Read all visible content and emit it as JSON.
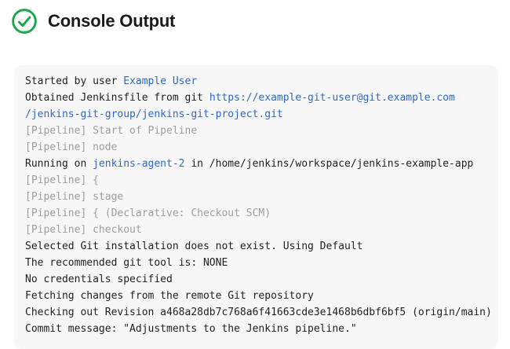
{
  "header": {
    "title": "Console Output",
    "status_icon": "success-check-circle",
    "status_color": "#1ea64d"
  },
  "console": {
    "background": "#f7f7f7",
    "colors": {
      "text": "#1f1f1f",
      "muted": "#9d9d9d",
      "link": "#2d69c8"
    },
    "lines": [
      {
        "segments": [
          {
            "type": "text",
            "text": "Started by user "
          },
          {
            "type": "link",
            "text": "Example User"
          }
        ]
      },
      {
        "segments": [
          {
            "type": "text",
            "text": "Obtained Jenkinsfile from git "
          },
          {
            "type": "link",
            "text": "https://example-git-user@git.example.com"
          }
        ]
      },
      {
        "segments": [
          {
            "type": "link",
            "text": "/jenkins-git-group/jenkins-git-project.git"
          }
        ]
      },
      {
        "segments": [
          {
            "type": "muted",
            "text": "[Pipeline] Start of Pipeline"
          }
        ]
      },
      {
        "segments": [
          {
            "type": "muted",
            "text": "[Pipeline] node"
          }
        ]
      },
      {
        "segments": [
          {
            "type": "text",
            "text": "Running on "
          },
          {
            "type": "link",
            "text": "jenkins-agent-2"
          },
          {
            "type": "text",
            "text": " in /home/jenkins/workspace/jenkins-example-app"
          }
        ]
      },
      {
        "segments": [
          {
            "type": "muted",
            "text": "[Pipeline] {"
          }
        ]
      },
      {
        "segments": [
          {
            "type": "muted",
            "text": "[Pipeline] stage"
          }
        ]
      },
      {
        "segments": [
          {
            "type": "muted",
            "text": "[Pipeline] { (Declarative: Checkout SCM)"
          }
        ]
      },
      {
        "segments": [
          {
            "type": "muted",
            "text": "[Pipeline] checkout"
          }
        ]
      },
      {
        "segments": [
          {
            "type": "text",
            "text": "Selected Git installation does not exist. Using Default"
          }
        ]
      },
      {
        "segments": [
          {
            "type": "text",
            "text": "The recommended git tool is: NONE"
          }
        ]
      },
      {
        "segments": [
          {
            "type": "text",
            "text": "No credentials specified"
          }
        ]
      },
      {
        "segments": [
          {
            "type": "text",
            "text": "Fetching changes from the remote Git repository"
          }
        ]
      },
      {
        "segments": [
          {
            "type": "text",
            "text": "Checking out Revision a468a28db7c768a6f41663cde3e1468b6dbf6bf5 (origin/main)"
          }
        ]
      },
      {
        "segments": [
          {
            "type": "text",
            "text": "Commit message: \"Adjustments to the Jenkins pipeline.\""
          }
        ]
      }
    ]
  }
}
